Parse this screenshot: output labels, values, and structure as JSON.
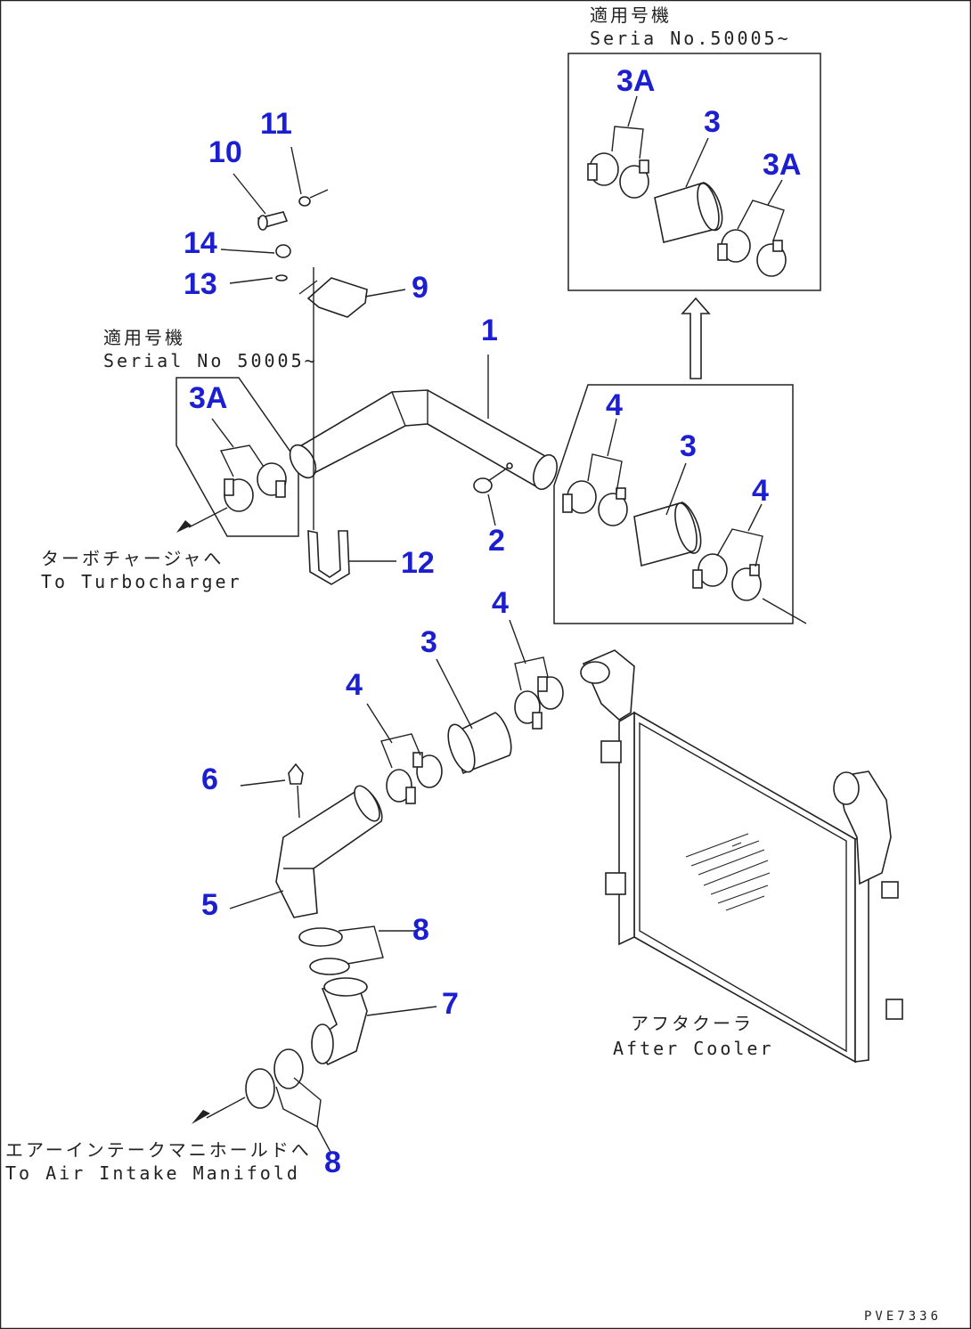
{
  "figure_code": "PVE7336",
  "callouts": {
    "n1": "1",
    "n2": "2",
    "n3_a": "3",
    "n3_b": "3",
    "n3_c": "3",
    "n3A_a": "3A",
    "n3A_b": "3A",
    "n3A_c": "3A",
    "n4_a": "4",
    "n4_b": "4",
    "n4_c": "4",
    "n4_d": "4",
    "n5": "5",
    "n6": "6",
    "n7": "7",
    "n8_a": "8",
    "n8_b": "8",
    "n9": "9",
    "n10": "10",
    "n11": "11",
    "n12": "12",
    "n13": "13",
    "n14": "14"
  },
  "notes": {
    "top_right_jp": "適用号機",
    "top_right_en": "Seria  No.50005~",
    "left_jp": "適用号機",
    "left_en": "Serial No 50005~"
  },
  "destinations": {
    "turbo_jp": "ターボチャージャへ",
    "turbo_en": "To Turbocharger",
    "intake_jp": "エアーインテークマニホールドへ",
    "intake_en": "To Air Intake Manifold",
    "aftercooler_jp": "アフタクーラ",
    "aftercooler_en": "After Cooler"
  }
}
